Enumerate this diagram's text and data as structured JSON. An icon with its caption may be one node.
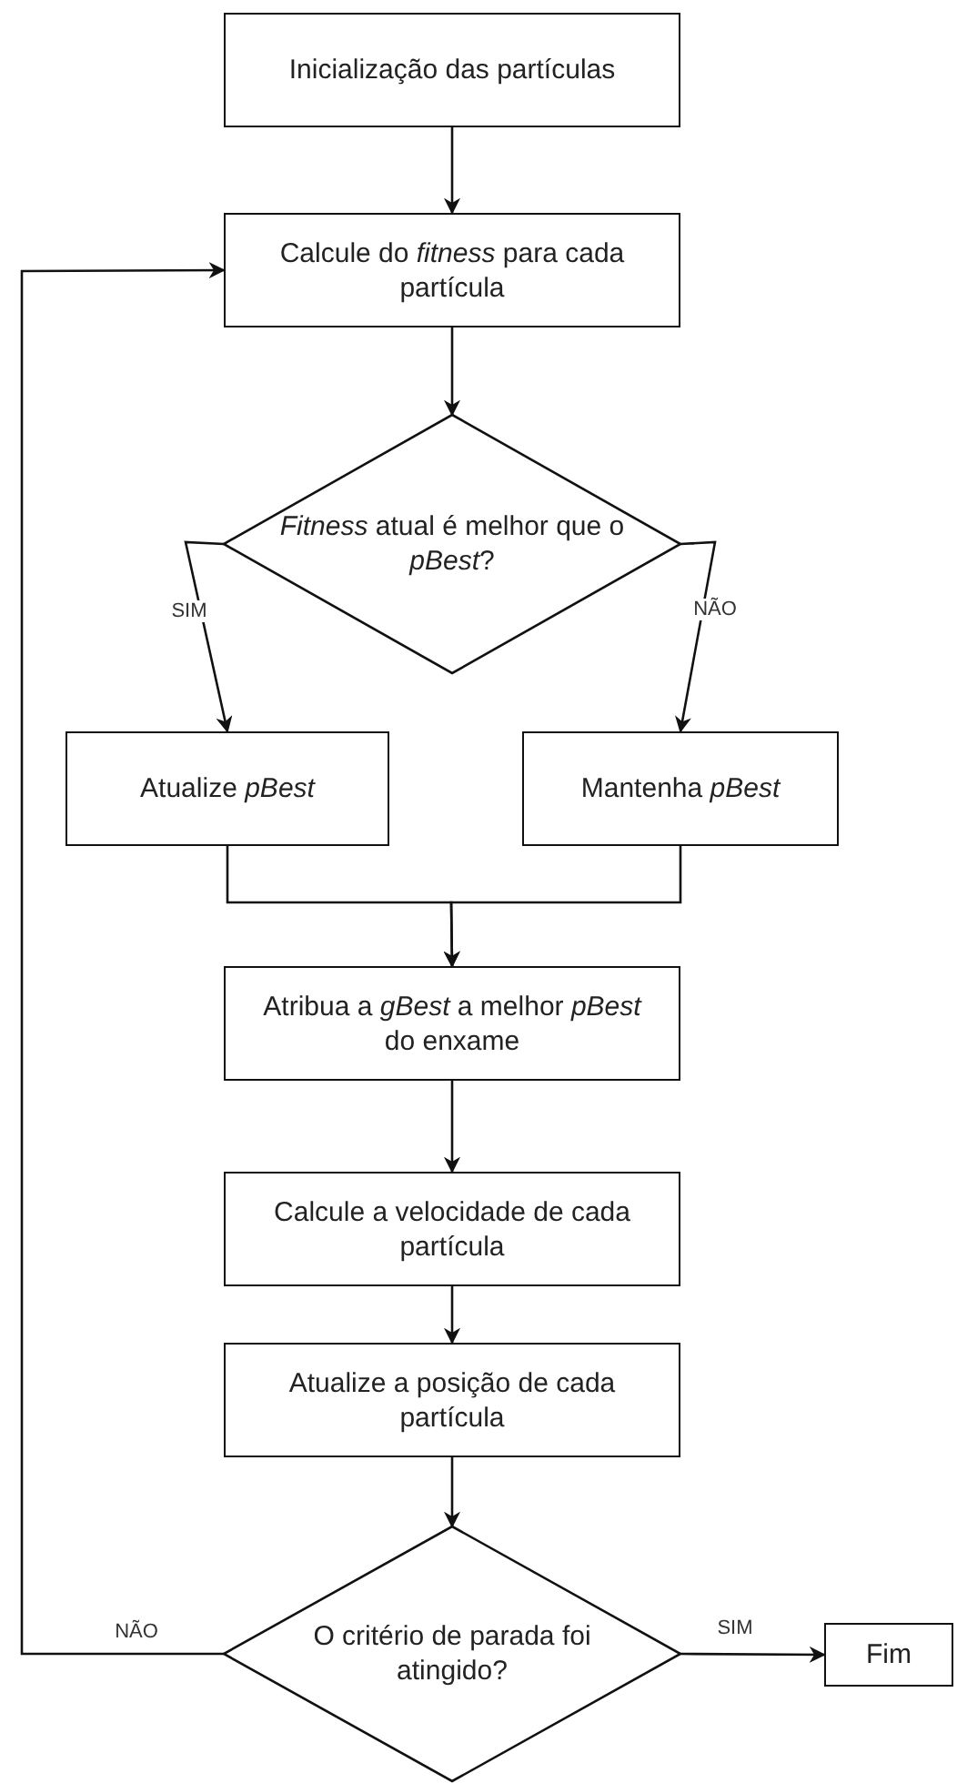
{
  "diagram": {
    "nodes": [
      {
        "text": [
          "Inicialização das partículas"
        ]
      },
      {
        "text": [
          "Calcule do *fitness* para cada partícula"
        ]
      },
      {
        "text": [
          "*Fitness*  atual é melhor que o *pBest*?"
        ]
      },
      {
        "text": [
          "Atualize *pBest*"
        ]
      },
      {
        "text": [
          "Mantenha *pBest*"
        ]
      },
      {
        "text": [
          "Atribua a *gBest* a melhor *pBest* do enxame"
        ]
      },
      {
        "text": [
          "Calcule a velocidade de cada partícula"
        ]
      },
      {
        "text": [
          "Atualize a posição de cada partícula"
        ]
      },
      {
        "text": [
          "O critério de parada foi atingido?"
        ]
      },
      {
        "text": [
          "Fim"
        ]
      }
    ],
    "edges": [
      {
        "from": 0,
        "to": 1,
        "arrow": "to"
      },
      {
        "from": 1,
        "to": 2,
        "arrow": "to"
      },
      {
        "from": 2,
        "to": 3,
        "arrow": "to",
        "label": "SIM"
      },
      {
        "from": 2,
        "to": 4,
        "arrow": "to",
        "label": "NÃO"
      },
      {
        "from": 3,
        "to": 5,
        "arrow": "to"
      },
      {
        "from": 4,
        "to": 5,
        "arrow": "to"
      },
      {
        "from": 5,
        "to": 6,
        "arrow": "to"
      },
      {
        "from": 6,
        "to": 7,
        "arrow": "to"
      },
      {
        "from": 7,
        "to": 8,
        "arrow": "to"
      },
      {
        "from": 8,
        "to": 9,
        "arrow": "to",
        "label": "SIM"
      },
      {
        "from": 8,
        "to": 1,
        "arrow": "to",
        "label": "NÃO"
      }
    ]
  }
}
